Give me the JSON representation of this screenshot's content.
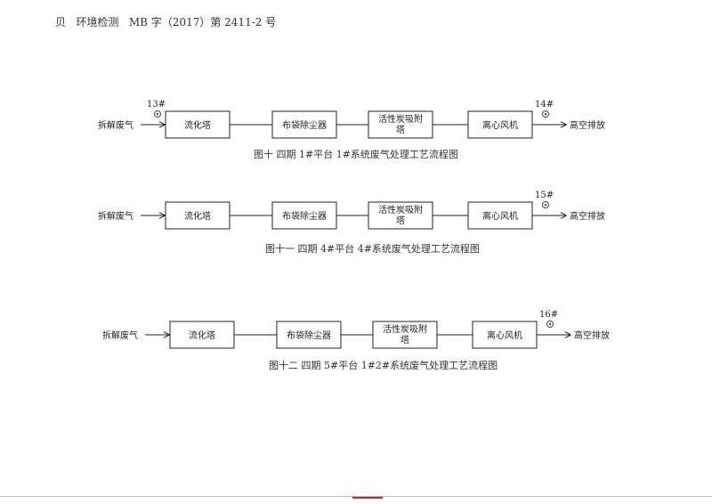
{
  "header": {
    "text": "贝   环境检测   MB 字（2017）第 2411-2 号"
  },
  "diagrams": [
    {
      "source": "拆解废气",
      "inlet_point": "13#",
      "steps": [
        "流化塔",
        "布袋除尘器",
        "活性炭吸附\n塔",
        "离心风机"
      ],
      "outlet_point": "14#",
      "output": "高空排放",
      "caption": "图十    四期 1#平台 1#系统废气处理工艺流程图"
    },
    {
      "source": "拆解废气",
      "inlet_point": "",
      "steps": [
        "流化塔",
        "布袋除尘器",
        "活性炭吸附\n塔",
        "离心风机"
      ],
      "outlet_point": "15#",
      "output": "高空排放",
      "caption": "图十一    四期 4#平台 4#系统废气处理工艺流程图"
    },
    {
      "source": "拆解废气",
      "inlet_point": "",
      "steps": [
        "流化塔",
        "布袋除尘器",
        "活性炭吸附\n塔",
        "离心风机"
      ],
      "outlet_point": "16#",
      "output": "高空排放",
      "caption": "图十二    四期 5#平台 1#2#系统废气处理工艺流程图"
    }
  ],
  "icons": {
    "sampling_point": "sampling-point-icon"
  }
}
